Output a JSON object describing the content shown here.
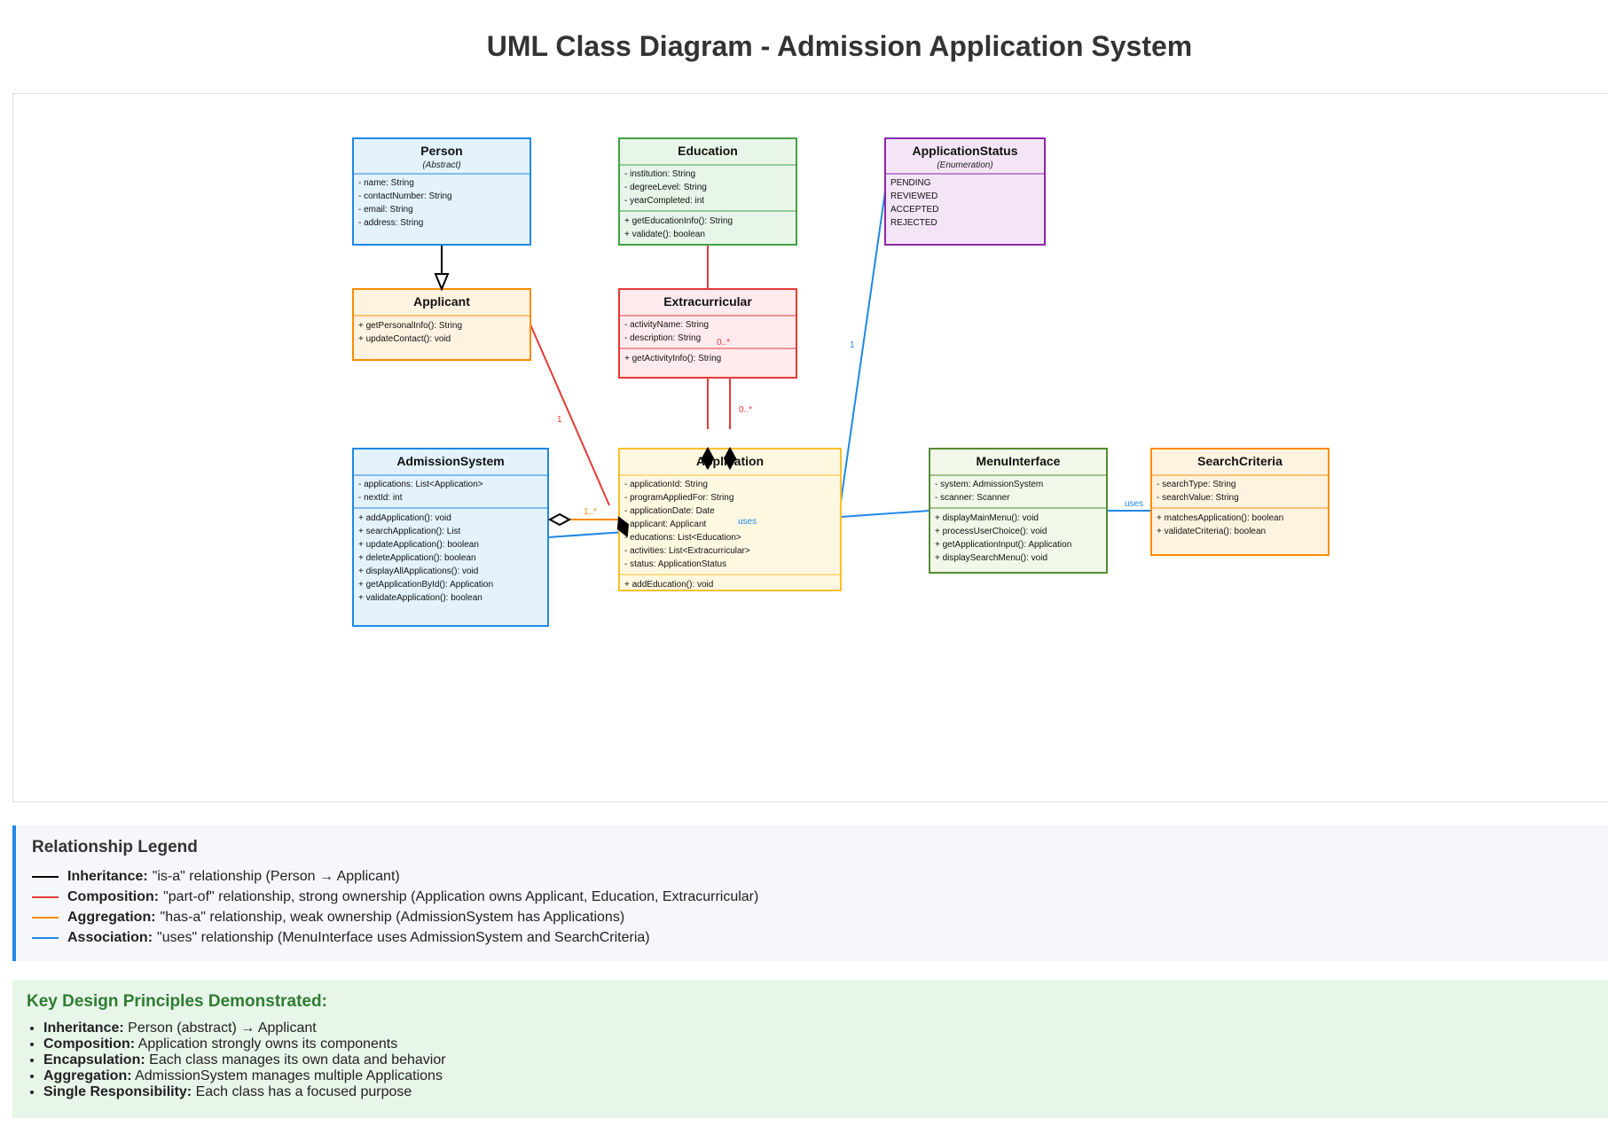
{
  "title": "UML Class Diagram - Admission Application System",
  "classes": {
    "person": {
      "name": "Person",
      "stereotype": "(Abstract)",
      "attributes": [
        "- name: String",
        "- contactNumber: String",
        "- email: String",
        "- address: String"
      ],
      "methods": []
    },
    "education": {
      "name": "Education",
      "stereotype": "",
      "attributes": [
        "- institution: String",
        "- degreeLevel: String",
        "- yearCompleted: int"
      ],
      "methods": [
        "+ getEducationInfo(): String",
        "+ validate(): boolean"
      ]
    },
    "application_status": {
      "name": "ApplicationStatus",
      "stereotype": "(Enumeration)",
      "attributes": [
        "PENDING",
        "REVIEWED",
        "ACCEPTED",
        "REJECTED"
      ],
      "methods": []
    },
    "applicant": {
      "name": "Applicant",
      "stereotype": "",
      "attributes": [],
      "methods": [
        "+ getPersonalInfo(): String",
        "+ updateContact(): void"
      ]
    },
    "extracurricular": {
      "name": "Extracurricular",
      "stereotype": "",
      "attributes": [
        "- activityName: String",
        "- description: String"
      ],
      "methods": [
        "+ getActivityInfo(): String"
      ]
    },
    "admission_system": {
      "name": "AdmissionSystem",
      "stereotype": "",
      "attributes": [
        "- applications: List<Application>",
        "- nextId: int"
      ],
      "methods": [
        "+ addApplication(): void",
        "+ searchApplication(): List",
        "+ updateApplication(): boolean",
        "+ deleteApplication(): boolean",
        "+ displayAllApplications(): void",
        "+ getApplicationById(): Application",
        "+ validateApplication(): boolean"
      ]
    },
    "application": {
      "name": "Application",
      "stereotype": "",
      "attributes": [
        "- applicationId: String",
        "- programAppliedFor: String",
        "- applicationDate: Date",
        "- applicant: Applicant",
        "- educations: List<Education>",
        "- activities: List<Extracurricular>",
        "- status: ApplicationStatus"
      ],
      "methods": [
        "+ addEducation(): void"
      ]
    },
    "menu_interface": {
      "name": "MenuInterface",
      "stereotype": "",
      "attributes": [
        "- system: AdmissionSystem",
        "- scanner: Scanner"
      ],
      "methods": [
        "+ displayMainMenu(): void",
        "+ processUserChoice(): void",
        "+ getApplicationInput(): Application",
        "+ displaySearchMenu(): void"
      ]
    },
    "search_criteria": {
      "name": "SearchCriteria",
      "stereotype": "",
      "attributes": [
        "- searchType: String",
        "- searchValue: String"
      ],
      "methods": [
        "+ matchesApplication(): boolean",
        "+ validateCriteria(): boolean"
      ]
    }
  },
  "relationship_labels": {
    "applicant_application": "1",
    "education_application": "0..*",
    "extracurricular_application": "0..*",
    "status_application": "1",
    "admission_application": "1..*",
    "admission_menu": "uses",
    "menu_search": "uses"
  },
  "colors": {
    "person": {
      "fill": "#e3f2fd",
      "stroke": "#1e88e5"
    },
    "education": {
      "fill": "#e8f5e9",
      "stroke": "#43a047"
    },
    "application_status": {
      "fill": "#f3e5f5",
      "stroke": "#8e24aa"
    },
    "applicant": {
      "fill": "#fff3e0",
      "stroke": "#fb8c00"
    },
    "extracurricular": {
      "fill": "#ffebee",
      "stroke": "#e53935"
    },
    "admission_system": {
      "fill": "#e3f2fd",
      "stroke": "#1e88e5"
    },
    "application": {
      "fill": "#fff8e1",
      "stroke": "#fbc02d"
    },
    "menu_interface": {
      "fill": "#f1f8e9",
      "stroke": "#558b2f"
    },
    "search_criteria": {
      "fill": "#fff3e0",
      "stroke": "#fb8c00"
    },
    "inheritance": "#000000",
    "composition": "#e53935",
    "aggregation": "#fb8c00",
    "association": "#1e88e5"
  },
  "legend": {
    "title": "Relationship Legend",
    "items": [
      {
        "name": "Inheritance:",
        "text": "\"is-a\" relationship (Person → Applicant)",
        "color": "#000000"
      },
      {
        "name": "Composition:",
        "text": "\"part-of\" relationship, strong ownership (Application owns Applicant, Education, Extracurricular)",
        "color": "#e53935"
      },
      {
        "name": "Aggregation:",
        "text": "\"has-a\" relationship, weak ownership (AdmissionSystem has Applications)",
        "color": "#fb8c00"
      },
      {
        "name": "Association:",
        "text": "\"uses\" relationship (MenuInterface uses AdmissionSystem and SearchCriteria)",
        "color": "#1e88e5"
      }
    ]
  },
  "principles": {
    "title": "Key Design Principles Demonstrated:",
    "items": [
      {
        "name": "Inheritance:",
        "text": "Person (abstract) → Applicant"
      },
      {
        "name": "Composition:",
        "text": "Application strongly owns its components"
      },
      {
        "name": "Encapsulation:",
        "text": "Each class manages its own data and behavior"
      },
      {
        "name": "Aggregation:",
        "text": "AdmissionSystem manages multiple Applications"
      },
      {
        "name": "Single Responsibility:",
        "text": "Each class has a focused purpose"
      }
    ]
  }
}
